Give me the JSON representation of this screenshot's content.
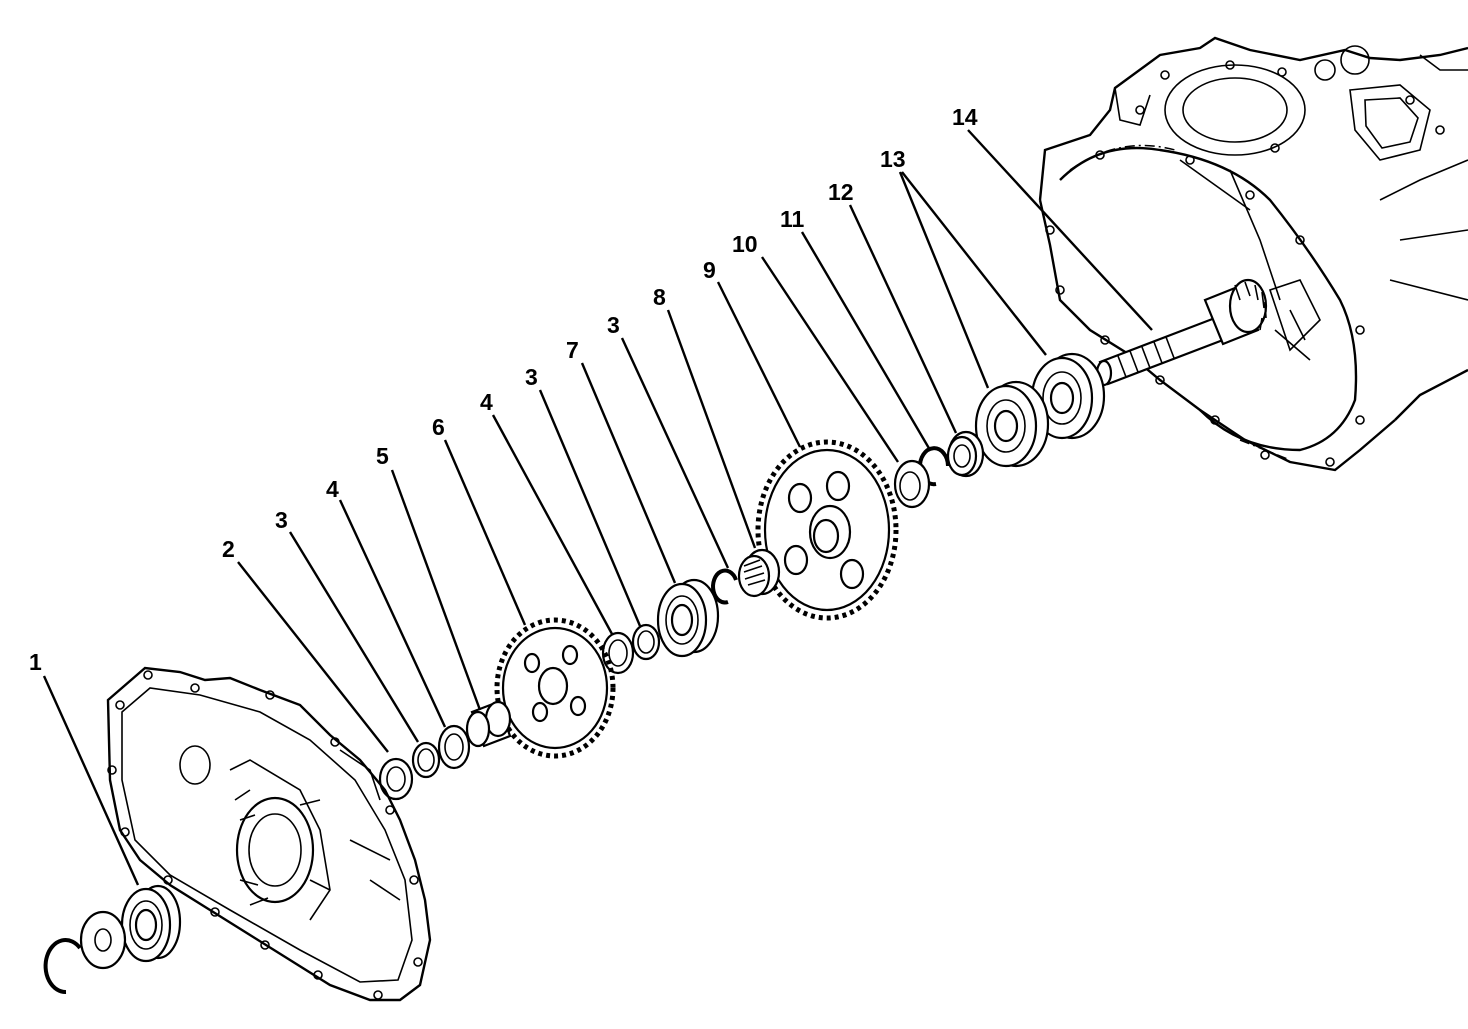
{
  "callouts": [
    {
      "text": "1"
    },
    {
      "text": "2"
    },
    {
      "text": "3"
    },
    {
      "text": "4"
    },
    {
      "text": "5"
    },
    {
      "text": "6"
    },
    {
      "text": "4"
    },
    {
      "text": "3"
    },
    {
      "text": "7"
    },
    {
      "text": "3"
    },
    {
      "text": "8"
    },
    {
      "text": "9"
    },
    {
      "text": "10"
    },
    {
      "text": "11"
    },
    {
      "text": "12"
    },
    {
      "text": "13"
    },
    {
      "text": "14"
    }
  ]
}
